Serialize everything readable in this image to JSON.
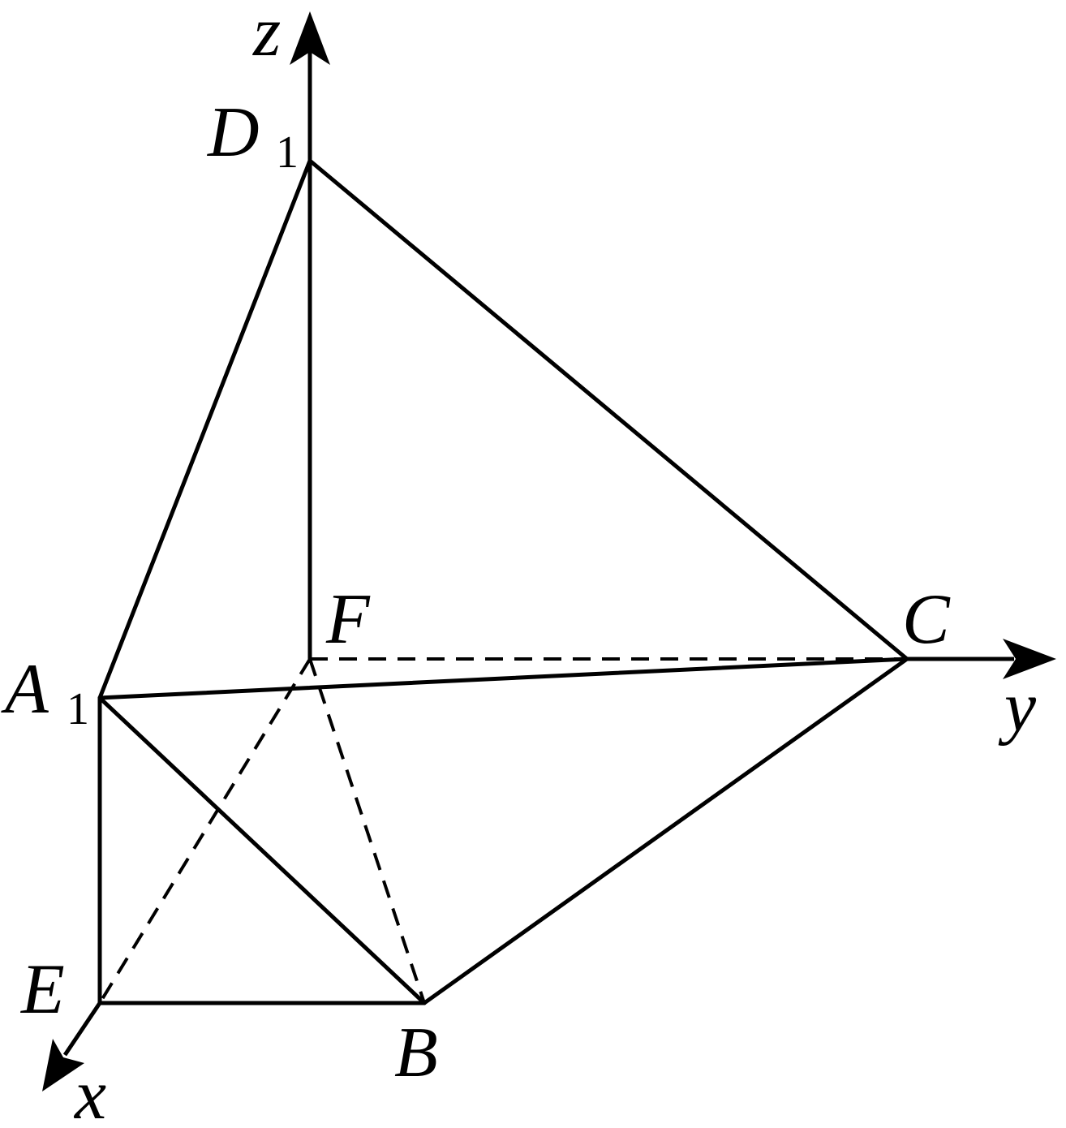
{
  "labels": {
    "z": "z",
    "y": "y",
    "x": "x",
    "D1": "D",
    "D1_sub": "1",
    "A1": "A",
    "A1_sub": "1",
    "F": "F",
    "C": "C",
    "E": "E",
    "B": "B"
  },
  "colors": {
    "line": "#000000",
    "background": "#ffffff"
  }
}
